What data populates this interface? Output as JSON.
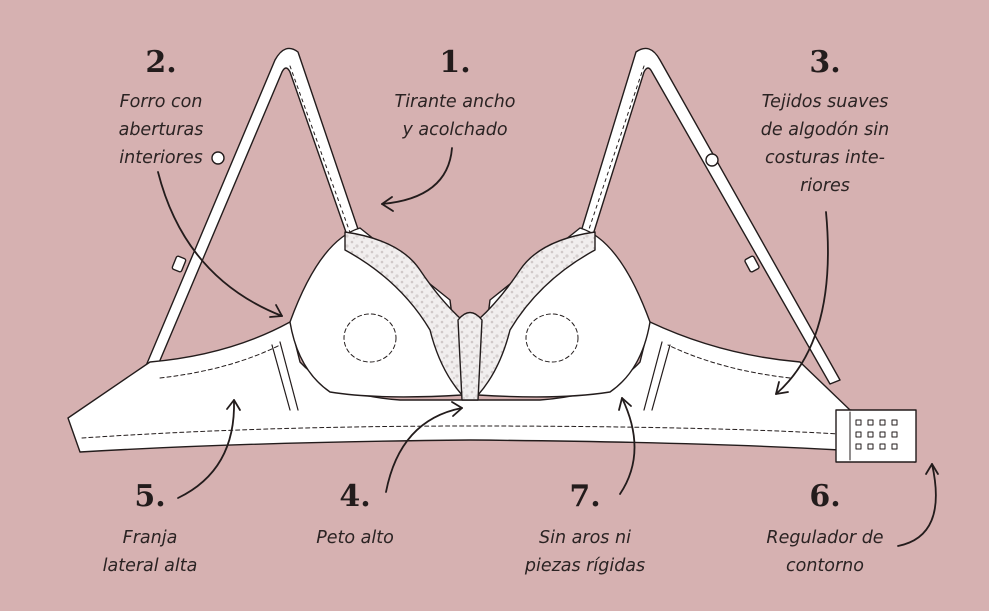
{
  "colors": {
    "background": "#d6b1b1",
    "garment": "#ffffff",
    "outline": "#231c1c",
    "lace": "#d9d4d4"
  },
  "callouts": {
    "c1": {
      "number": "1.",
      "text": "Tirante ancho\ny acolchado"
    },
    "c2": {
      "number": "2.",
      "text": "Forro con\naberturas\ninteriores"
    },
    "c3": {
      "number": "3.",
      "text": "Tejidos suaves\nde algodón sin\ncosturas inte-\nriores"
    },
    "c4": {
      "number": "4.",
      "text": "Peto alto"
    },
    "c5": {
      "number": "5.",
      "text": "Franja\nlateral alta"
    },
    "c6": {
      "number": "6.",
      "text": "Regulador de\ncontorno"
    },
    "c7": {
      "number": "7.",
      "text": "Sin aros ni\npiezas rígidas"
    }
  }
}
